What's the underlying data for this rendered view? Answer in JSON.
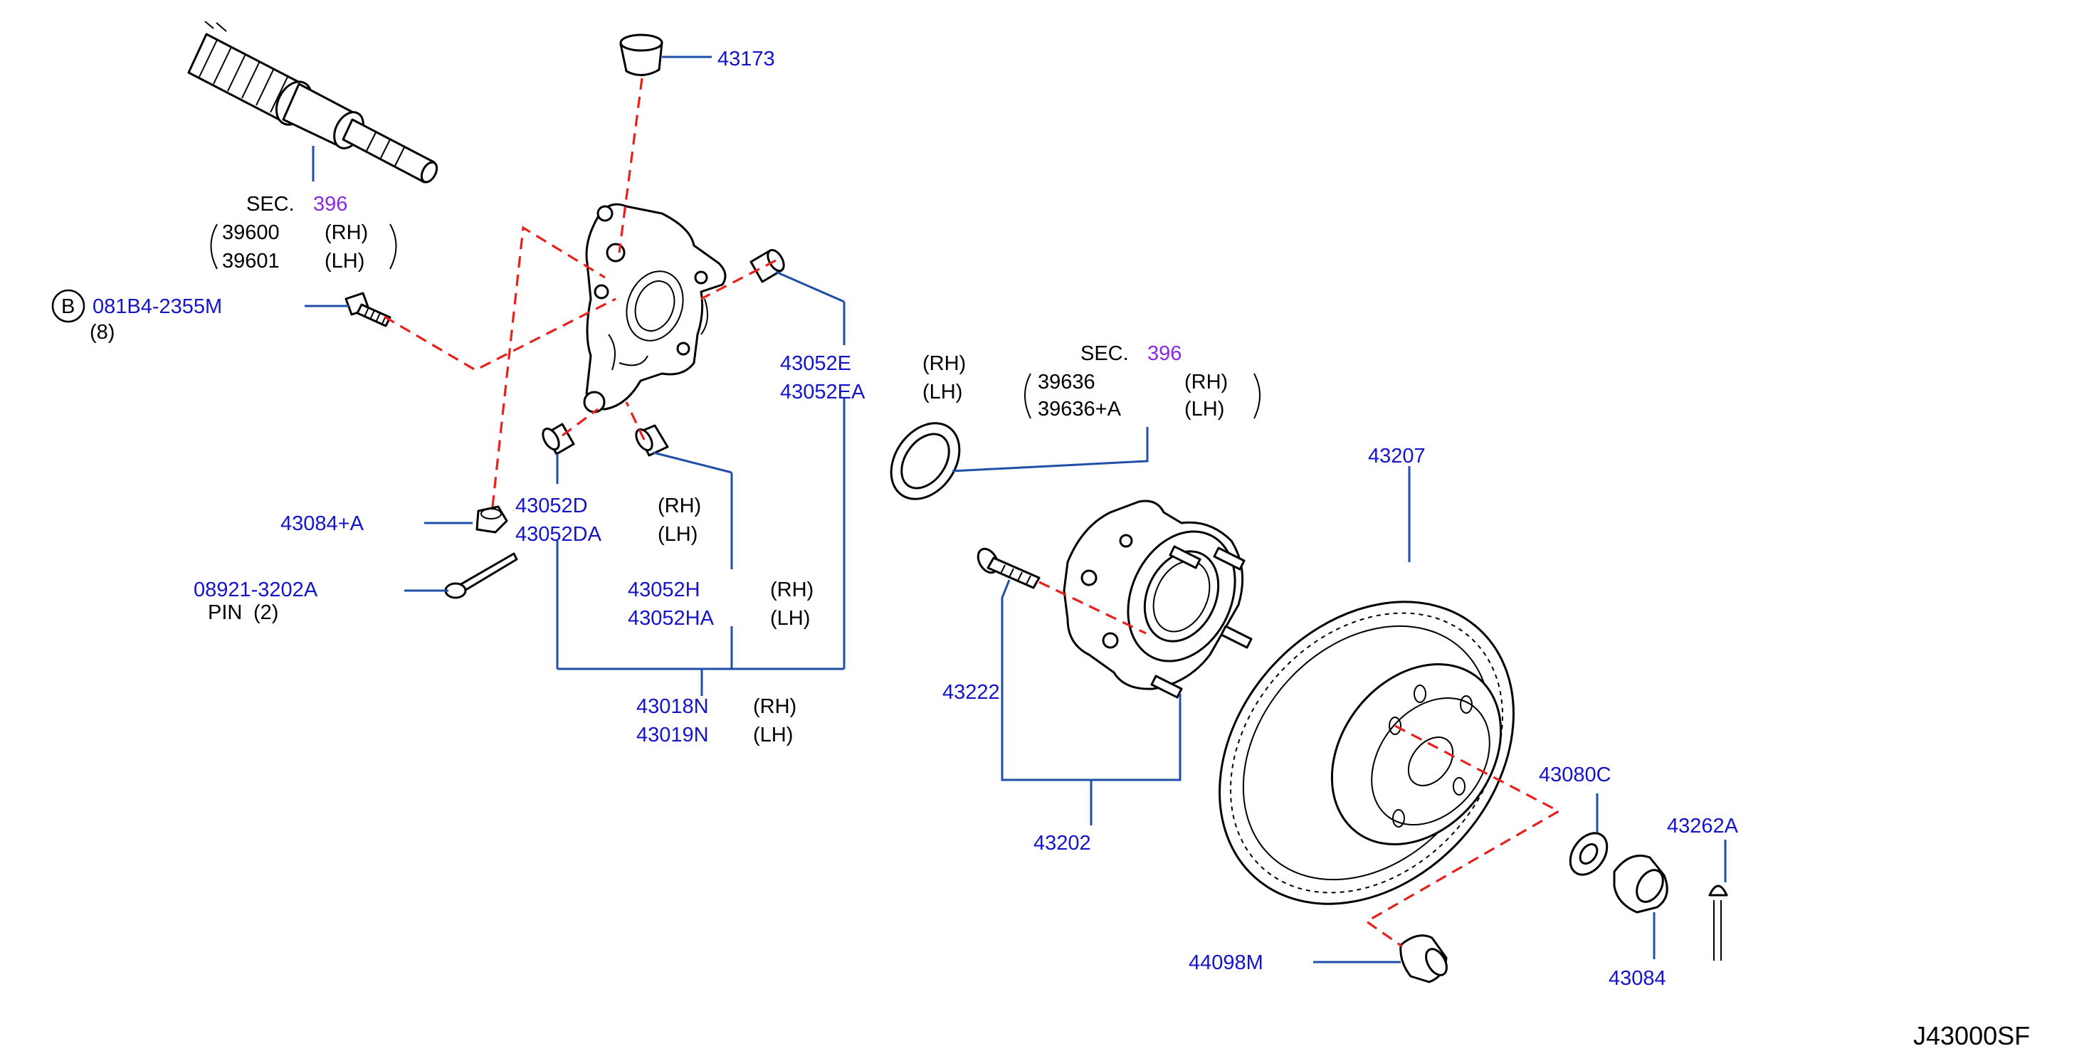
{
  "diagram_id": "J43000SF",
  "sections": {
    "axle": {
      "sec": "SEC.",
      "num": "396",
      "p1": "39600",
      "s1": "(RH)",
      "p2": "39601",
      "s2": "(LH)"
    },
    "seal": {
      "sec": "SEC.",
      "num": "396",
      "p1": "39636",
      "s1": "(RH)",
      "p2": "39636+A",
      "s2": "(LH)"
    }
  },
  "callouts": {
    "bolt_marker": "B",
    "bolt": "081B4-2355M",
    "bolt_qty": "(8)",
    "cap": "43173",
    "bushing_e": "43052E",
    "bushing_e_side": "(RH)",
    "bushing_ea": "43052EA",
    "bushing_ea_side": "(LH)",
    "nut": "43084+A",
    "bushing_d": "43052D",
    "bushing_d_side": "(RH)",
    "bushing_da": "43052DA",
    "bushing_da_side": "(LH)",
    "pin": "08921-3202A",
    "pin_label": "PIN",
    "pin_qty": "(2)",
    "bushing_h": "43052H",
    "bushing_h_side": "(RH)",
    "bushing_ha": "43052HA",
    "bushing_ha_side": "(LH)",
    "knuckle_rh": "43018N",
    "knuckle_rh_side": "(RH)",
    "knuckle_lh": "43019N",
    "knuckle_lh_side": "(LH)",
    "rotor": "43207",
    "hub_bolt": "43222",
    "hub": "43202",
    "washer": "43080C",
    "cotter": "43262A",
    "plug": "44098M",
    "hub_nut": "43084"
  }
}
